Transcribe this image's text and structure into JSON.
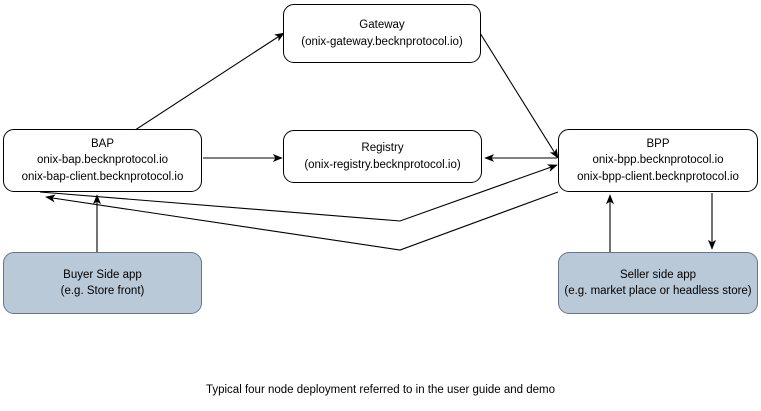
{
  "diagram": {
    "caption": "Typical four node deployment referred to in the user guide and demo",
    "colors": {
      "shaded_fill": "#b9c9d7",
      "shaded_stroke": "#67758a",
      "node_stroke": "#000000",
      "edge_stroke": "#000000",
      "background": "#ffffff"
    },
    "nodes": {
      "gateway": {
        "title": "Gateway",
        "host": "(onix-gateway.becknprotocol.io)"
      },
      "bap": {
        "title": "BAP",
        "host": "onix-bap.becknprotocol.io",
        "host_client": "onix-bap-client.becknprotocol.io"
      },
      "registry": {
        "title": "Registry",
        "host": "(onix-registry.becknprotocol.io)"
      },
      "bpp": {
        "title": "BPP",
        "host": "onix-bpp.becknprotocol.io",
        "host_client": "onix-bpp-client.becknprotocol.io"
      },
      "buyer_app": {
        "title": "Buyer Side app",
        "subtitle": "(e.g. Store front)"
      },
      "seller_app": {
        "title": "Seller side app",
        "subtitle": "(e.g. market place or headless store)"
      }
    },
    "edges": [
      {
        "name": "bap-to-gateway",
        "from": "bap",
        "to": "gateway",
        "arrow": "single"
      },
      {
        "name": "gateway-to-bpp",
        "from": "gateway",
        "to": "bpp",
        "arrow": "single"
      },
      {
        "name": "bap-to-registry",
        "from": "bap",
        "to": "registry",
        "arrow": "single"
      },
      {
        "name": "bpp-to-registry",
        "from": "bpp",
        "to": "registry",
        "arrow": "single"
      },
      {
        "name": "bap-to-bpp",
        "from": "bap",
        "to": "bpp",
        "arrow": "single"
      },
      {
        "name": "bpp-to-bap",
        "from": "bpp",
        "to": "bap",
        "arrow": "single"
      },
      {
        "name": "buyer-app-to-bap",
        "from": "buyer_app",
        "to": "bap",
        "arrow": "single"
      },
      {
        "name": "seller-app-to-bpp",
        "from": "seller_app",
        "to": "bpp",
        "arrow": "single"
      },
      {
        "name": "bpp-to-seller-app",
        "from": "bpp",
        "to": "seller_app",
        "arrow": "single"
      }
    ]
  }
}
